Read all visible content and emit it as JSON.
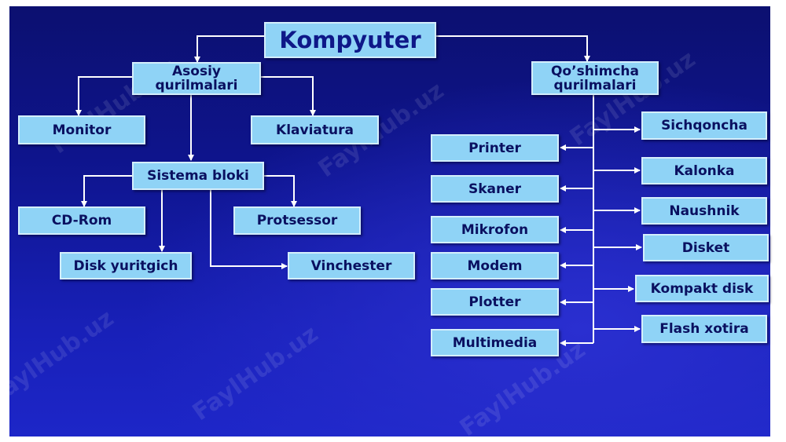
{
  "diagram": {
    "root": "Kompyuter",
    "main_devices": "Asosiy\nqurilmalari",
    "extra_devices": "Qo’shimcha\nqurilmalari",
    "monitor": "Monitor",
    "keyboard": "Klaviatura",
    "system_unit": "Sistema bloki",
    "cdrom": "CD-Rom",
    "processor": "Protsessor",
    "disk_drive": "Disk yuritgich",
    "hdd": "Vinchester",
    "printer": "Printer",
    "scanner": "Skaner",
    "microphone": "Mikrofon",
    "modem": "Modem",
    "plotter": "Plotter",
    "multimedia": "Multimedia",
    "mouse": "Sichqoncha",
    "speaker": "Kalonka",
    "headphones": "Naushnik",
    "diskette": "Disket",
    "compact_disk": "Kompakt disk",
    "flash": "Flash xotira"
  },
  "watermark": "FaylHub.uz",
  "colors": {
    "box_fill": "#8fd3f6",
    "box_text": "#0a1060",
    "connector": "#ffffff",
    "background": "#0e148c"
  }
}
